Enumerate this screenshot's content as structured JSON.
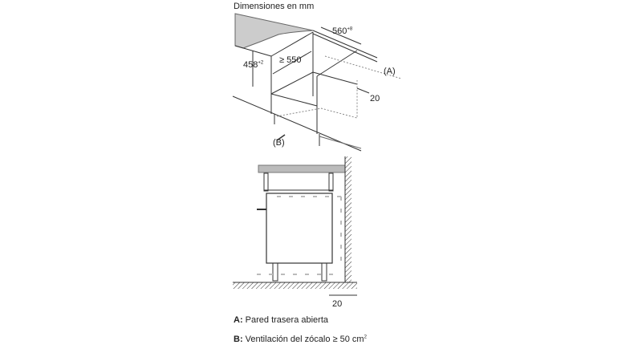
{
  "title": "Dimensiones en mm",
  "top_diagram": {
    "width_dim": "560",
    "width_tol": "+8",
    "height_dim": "458",
    "height_tol": "+2",
    "depth_dim": "≥ 550",
    "gap_dim": "20",
    "label_a": "(A)",
    "label_b": "(B)"
  },
  "bottom_diagram": {
    "gap_dim": "20"
  },
  "legend": [
    {
      "key": "A:",
      "text": " Pared trasera abierta"
    },
    {
      "key": "B:",
      "text": " Ventilación del zócalo ≥ 50 cm",
      "sup": "2"
    }
  ]
}
